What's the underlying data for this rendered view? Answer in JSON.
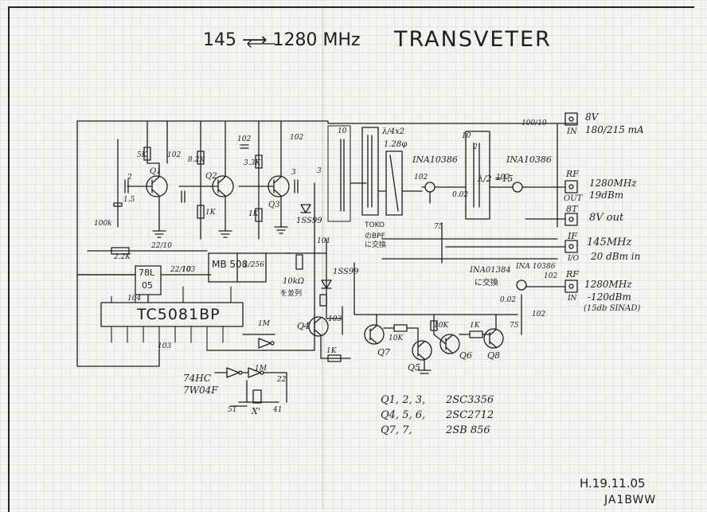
{
  "title": {
    "freq": "145 ⟶ 1280 MHz",
    "word": "TRANSVETER"
  },
  "ports": {
    "p1": {
      "label": "8V",
      "dir": "IN",
      "value": "180/215 mA"
    },
    "p2": {
      "label": "RF",
      "dir": "OUT",
      "value1": "1280MHz",
      "value2": "19dBm"
    },
    "p3": {
      "label": "8T",
      "value": "8V out"
    },
    "p4": {
      "label": "IF",
      "dir": "I/O",
      "value1": "145MHz",
      "value2": "20 dBm in"
    },
    "p5": {
      "label": "RF",
      "dir": "IN",
      "value1": "1280MHz",
      "value2": "-120dBm",
      "note": "(15db SINAD)"
    }
  },
  "ic": {
    "pll": "TC5081BP",
    "prescaler": "MB 508",
    "prescaler_side": "1/256",
    "reg_top": "78L",
    "reg_bottom": "05",
    "logic1": "74HC",
    "logic2": "7W04F"
  },
  "amps": {
    "a1": "INA10386",
    "a2": "INA10386",
    "a3": "INA01384",
    "a3_note": "に交換",
    "a3_old": "INA 10386"
  },
  "filters": {
    "bpf1": "TOKO",
    "bpf2": "のBPF",
    "bpf3": "に交換",
    "line1": "λ/4x2",
    "line2": "1.28φ",
    "line3": "λ/2 =15"
  },
  "diodes": {
    "d1": "1SS99",
    "d2": "1SS99"
  },
  "labels": {
    "q1": "Q1",
    "q2": "Q2",
    "q3": "Q3",
    "q4": "Q4",
    "q5": "Q5",
    "q6": "Q6",
    "q7": "Q7",
    "q8": "Q8",
    "r10k_a": "10kΩ",
    "r10k_b": "を並列",
    "xtal": "X'",
    "c1": "2",
    "c2": "1.5",
    "c3": "102",
    "c4": "102",
    "c5": "102",
    "c6": "3",
    "c7": "3",
    "c8": "101",
    "r1": "5K",
    "r2": "8.2K",
    "r3": "3.3K",
    "r4": "1K",
    "r5": "1K",
    "r6": "10K",
    "r7": "10K",
    "r8": "1K",
    "r9": "1K",
    "r10": "100k",
    "r11": "22/10",
    "r12": "22/10",
    "r13": "2.2K",
    "r14": "104",
    "r15": "103",
    "r16": "103",
    "r17": "1M",
    "r18": "1M",
    "r19": "22",
    "r20": "51",
    "r21": "41",
    "r22": "100/10",
    "r23": "10",
    "r24": "10",
    "r25": "0.02",
    "r26": "102",
    "r27": "102",
    "r28": "75",
    "r29": "75",
    "r30": "102",
    "r31": "0.02",
    "r32": "102",
    "r33": "103",
    "r34": "2"
  },
  "parts_list": [
    {
      "refs": "Q1, 2, 3,",
      "part": "2SC3356"
    },
    {
      "refs": "Q4, 5, 6,",
      "part": "2SC2712"
    },
    {
      "refs": "Q7, 7,",
      "part": "2SB 856"
    }
  ],
  "footer": {
    "date": "H.19.11.05",
    "author": "JA1BWW"
  }
}
